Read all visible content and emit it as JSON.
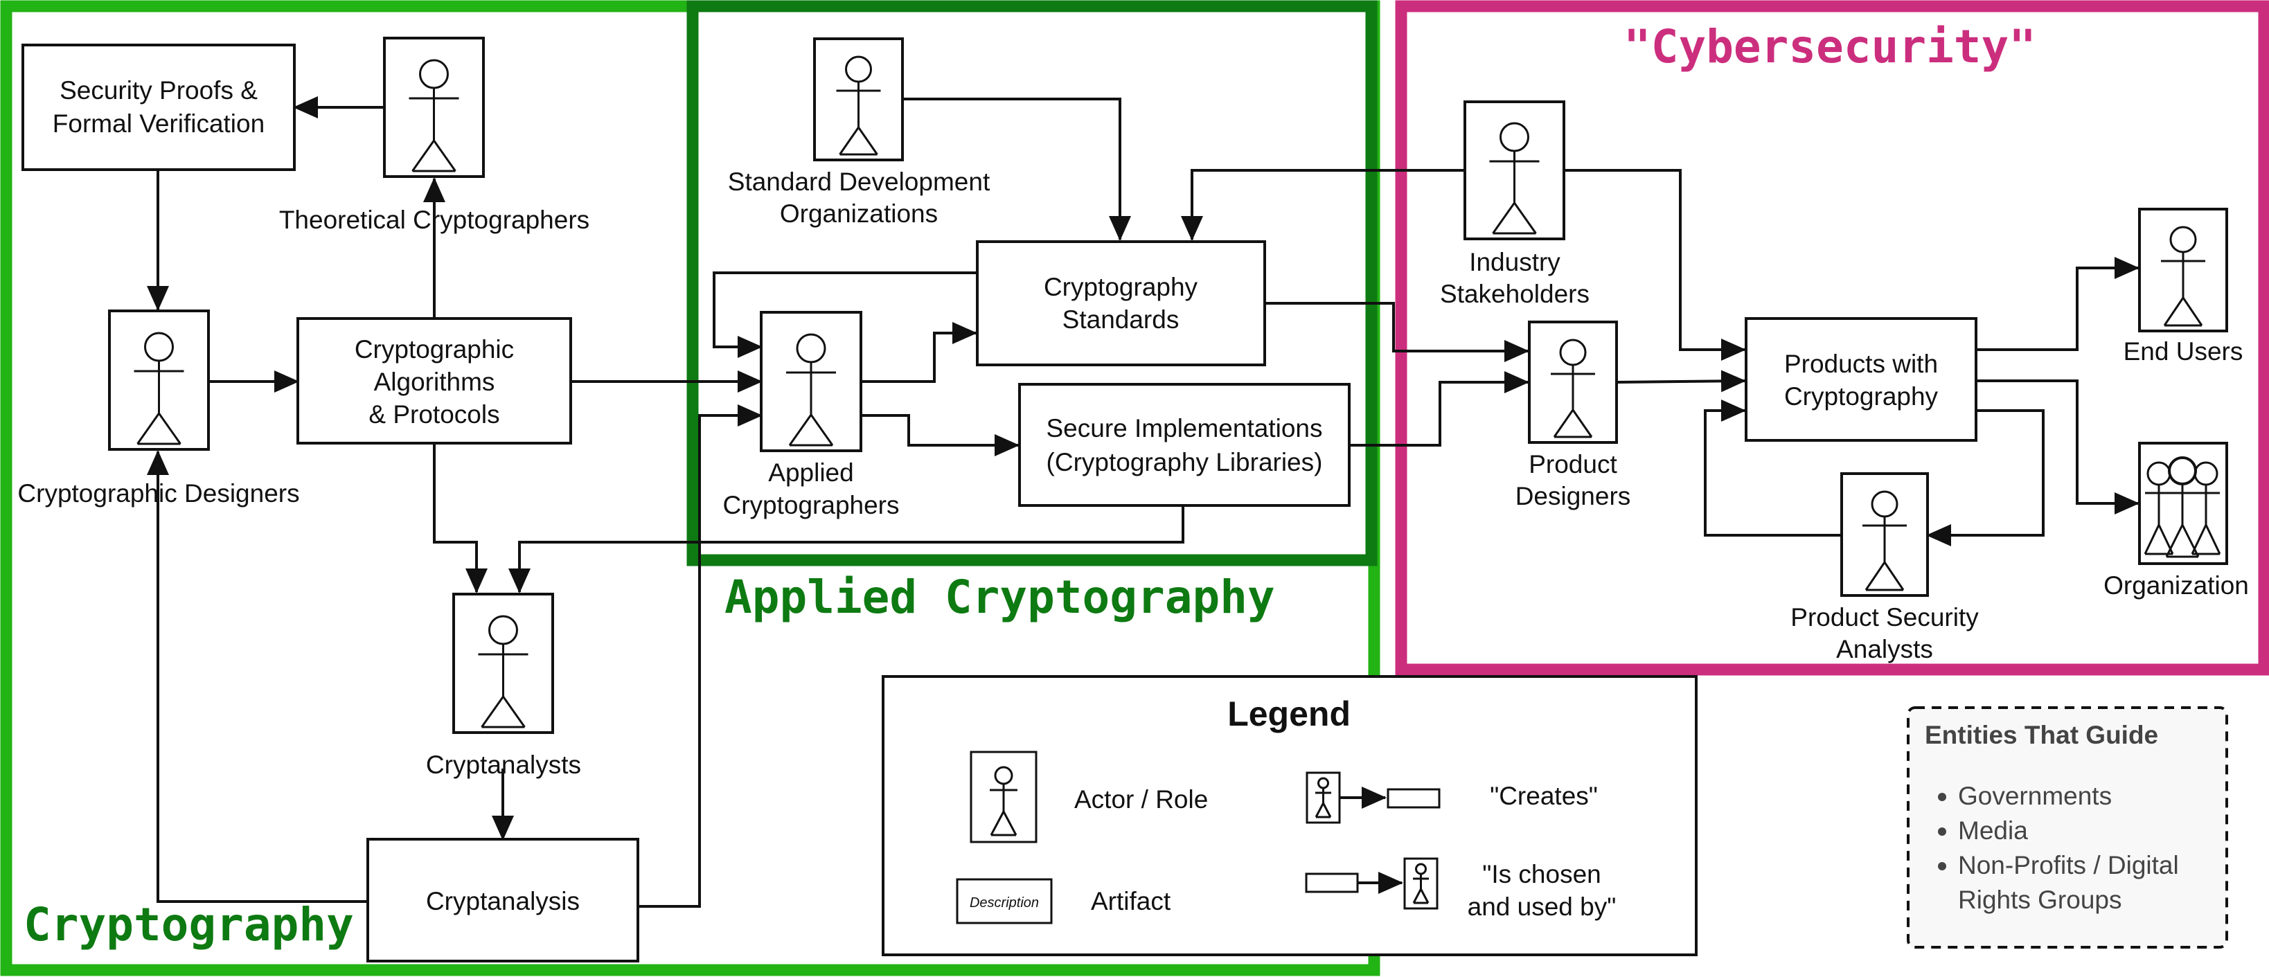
{
  "colors": {
    "cryptography": "#22b314",
    "applied": "#0e7a12",
    "cybersecurity": "#cc2e7e",
    "ink": "#111111"
  },
  "regions": {
    "cryptography": "Cryptography",
    "applied": "Applied Cryptography",
    "cybersecurity": "\"Cybersecurity\""
  },
  "actors": {
    "theoretical": "Theoretical Cryptographers",
    "designers": "Cryptographic Designers",
    "cryptanalysts": "Cryptanalysts",
    "sdo": [
      "Standard Development",
      "Organizations"
    ],
    "applied": [
      "Applied",
      "Cryptographers"
    ],
    "industry": [
      "Industry",
      "Stakeholders"
    ],
    "product_designers": [
      "Product",
      "Designers"
    ],
    "end_users": "End Users",
    "organization": "Organization",
    "psa": [
      "Product Security",
      "Analysts"
    ]
  },
  "artifacts": {
    "proofs": [
      "Security Proofs &",
      "Formal Verification"
    ],
    "algorithms": [
      "Cryptographic",
      "Algorithms",
      "& Protocols"
    ],
    "cryptanalysis": "Cryptanalysis",
    "standards": [
      "Cryptography",
      "Standards"
    ],
    "implementations": [
      "Secure Implementations",
      "(Cryptography Libraries)"
    ],
    "products": [
      "Products with",
      "Cryptography"
    ]
  },
  "legend": {
    "title": "Legend",
    "actor": "Actor / Role",
    "artifact": "Artifact",
    "artifact_sample": "Description",
    "creates": "\"Creates\"",
    "chosen": [
      "\"Is chosen",
      "and used by\""
    ]
  },
  "guide": {
    "title": "Entities That Guide",
    "items": [
      "Governments",
      "Media",
      [
        "Non-Profits / Digital",
        "Rights Groups"
      ]
    ]
  }
}
